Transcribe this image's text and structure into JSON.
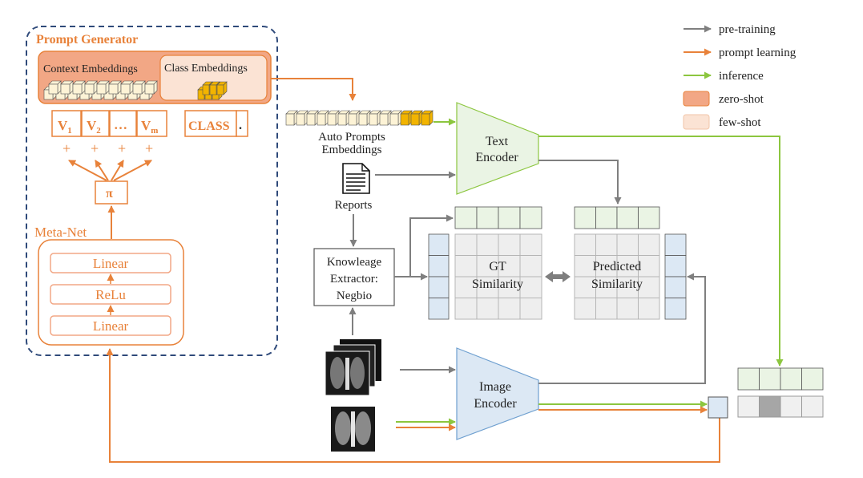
{
  "prompt_generator": {
    "title": "Prompt Generator",
    "context_label": "Context Embeddings",
    "class_label": "Class Embeddings",
    "tokens": [
      "V",
      "V",
      "…",
      "V"
    ],
    "token_subscripts": [
      "1",
      "2",
      "",
      "m"
    ],
    "class_token": "CLASS",
    "period_token": ".",
    "plus": "+",
    "pi": "π"
  },
  "meta_net": {
    "title": "Meta-Net",
    "layers": [
      "Linear",
      "ReLu",
      "Linear"
    ]
  },
  "auto_prompts_label": [
    "Auto Prompts",
    "Embeddings"
  ],
  "reports_label": "Reports",
  "knowledge_extractor": [
    "Knowleage",
    "Extractor:",
    "Negbio"
  ],
  "text_encoder": [
    "Text",
    "Encoder"
  ],
  "image_encoder": [
    "Image",
    "Encoder"
  ],
  "gt_similarity": [
    "GT",
    "Similarity"
  ],
  "predicted_similarity": [
    "Predicted",
    "Similarity"
  ],
  "legend": [
    {
      "label": "pre-training",
      "kind": "arrow",
      "color": "#7f7f7f"
    },
    {
      "label": "prompt learning",
      "kind": "arrow",
      "color": "#e8823a"
    },
    {
      "label": "inference",
      "kind": "arrow",
      "color": "#8cc63f"
    },
    {
      "label": "zero-shot",
      "kind": "box",
      "color": "#f2a785"
    },
    {
      "label": "few-shot",
      "kind": "box",
      "color": "#fbe3d4"
    }
  ],
  "colors": {
    "orange": "#e8823a",
    "gray": "#7f7f7f",
    "green": "#8cc63f",
    "dashed_blue": "#2f4a7a",
    "green_fill": "#eaf4e4",
    "blue_fill": "#dce8f4",
    "grid_fill": "#eeeeee",
    "token_fill": "#fdf3d6",
    "class_token_fill": "#f2b400"
  }
}
